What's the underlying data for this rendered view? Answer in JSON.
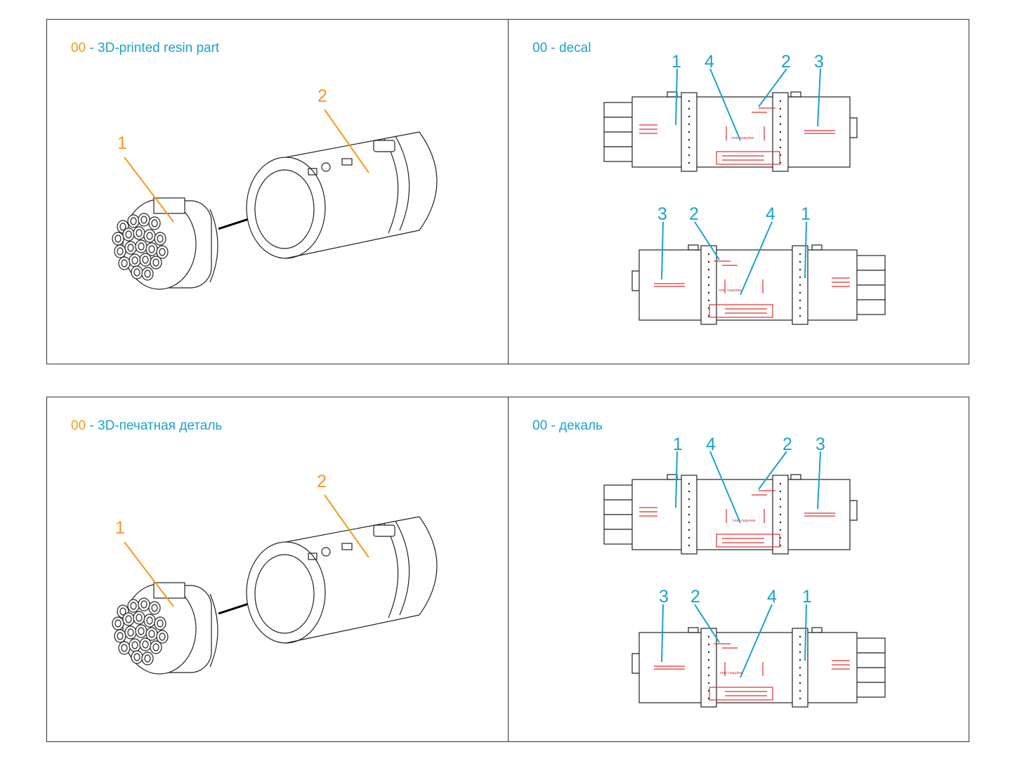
{
  "panels": {
    "top_left": {
      "number": "00",
      "caption": " - 3D-printed resin part"
    },
    "top_right": {
      "number": "00",
      "caption": " - decal"
    },
    "bottom_left": {
      "number": "00",
      "caption": " - 3D-печатная деталь"
    },
    "bottom_right": {
      "number": "00",
      "caption": " - декаль"
    }
  },
  "callouts": {
    "part_1": "1",
    "part_2": "2",
    "decal_1": "1",
    "decal_2": "2",
    "decal_3": "3",
    "decal_4": "4"
  },
  "decal_stamp": "пояс подъёма",
  "colors": {
    "part_callout": "#f39a1c",
    "decal_callout": "#1aa3cc",
    "decal_marking": "#e03030",
    "line_art": "#222222"
  }
}
